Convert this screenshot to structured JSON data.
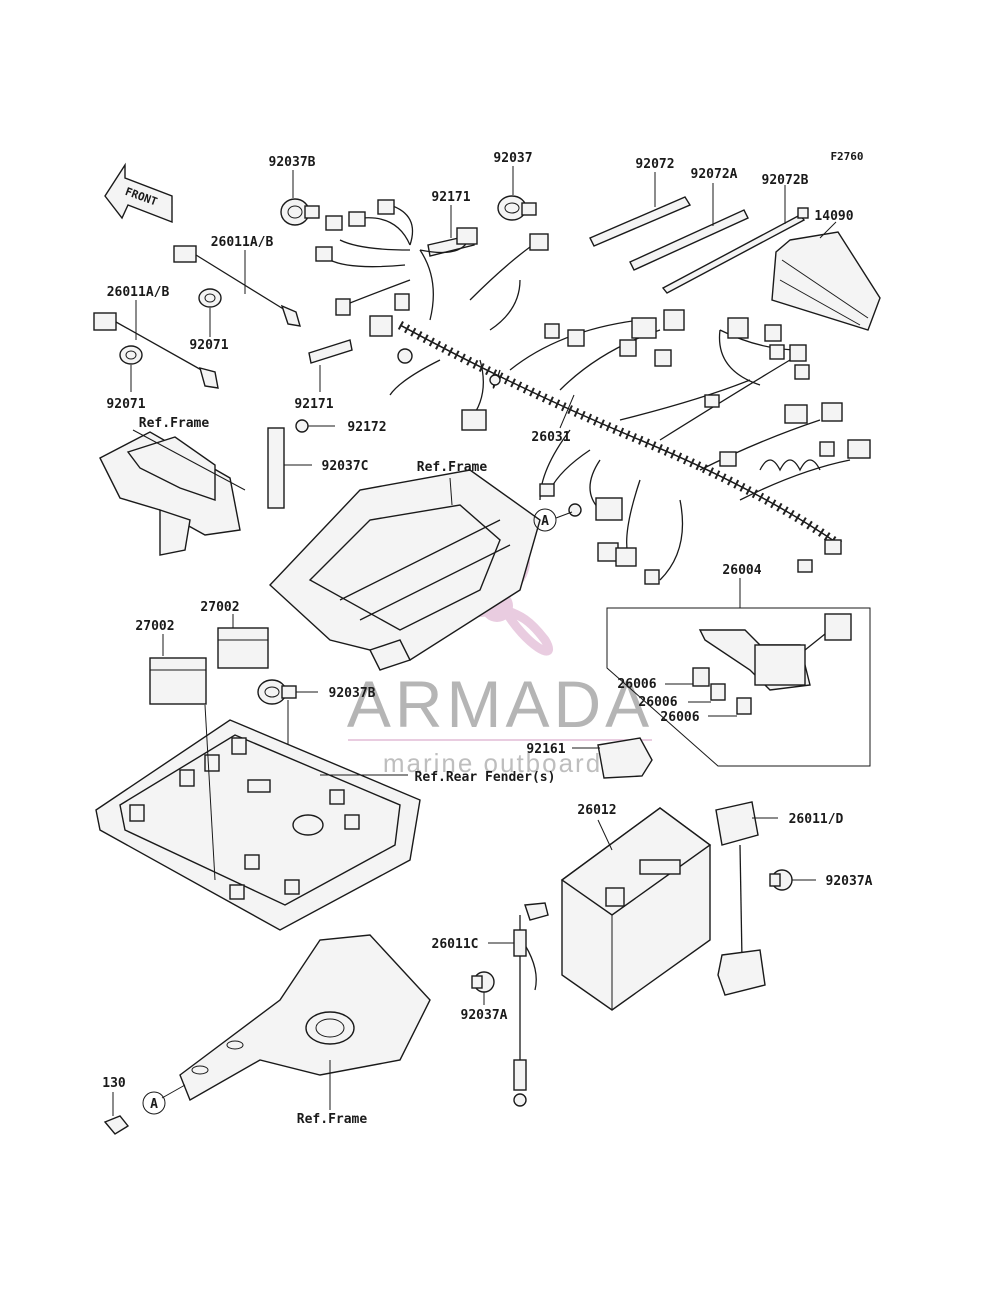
{
  "figure_code": "F2760",
  "front_label": "FRONT",
  "circle_marker": "A",
  "watermark": {
    "brand": "ARMADA",
    "tagline": "marine outboards",
    "color": "#d8a3c8"
  },
  "callouts": {
    "c_92037B_top": "92037B",
    "c_92037": "92037",
    "c_92072": "92072",
    "c_92072A": "92072A",
    "c_92072B": "92072B",
    "c_14090": "14090",
    "c_92171_top": "92171",
    "c_26011AB_1": "26011A/B",
    "c_26011AB_2": "26011A/B",
    "c_92071_1": "92071",
    "c_92071_2": "92071",
    "c_92171_mid": "92171",
    "c_92172": "92172",
    "c_refframe_1": "Ref.Frame",
    "c_92037C": "92037C",
    "c_refframe_2": "Ref.Frame",
    "c_26031": "26031",
    "c_26004": "26004",
    "c_27002_1": "27002",
    "c_27002_2": "27002",
    "c_92037B_mid": "92037B",
    "c_26006_1": "26006",
    "c_26006_2": "26006",
    "c_26006_3": "26006",
    "c_92161": "92161",
    "c_rear_fender": "Ref.Rear Fender(s)",
    "c_26012": "26012",
    "c_26011D": "26011/D",
    "c_92037A_1": "92037A",
    "c_26011C": "26011C",
    "c_92037A_2": "92037A",
    "c_130": "130",
    "c_refframe_3": "Ref.Frame"
  }
}
